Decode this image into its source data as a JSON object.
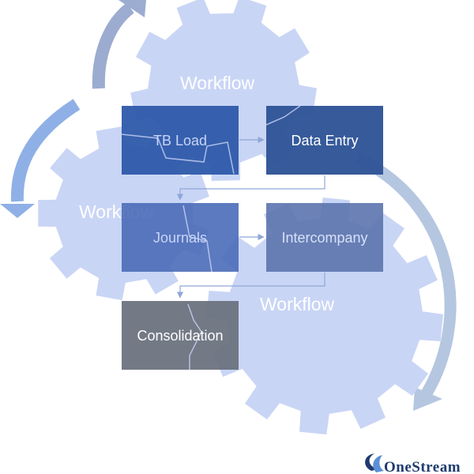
{
  "gears": {
    "top_label": "Workflow",
    "left_label": "Workflow",
    "bottom_label": "Workflow",
    "fill": "#c9d5f5"
  },
  "steps": [
    {
      "label": "TB Load",
      "fill": "#2e5aaa",
      "text_color": "#c9d5f5"
    },
    {
      "label": "Data Entry",
      "fill": "#2f5597",
      "text_color": "#ffffff"
    },
    {
      "label": "Journals",
      "fill": "#4a6cb8",
      "text_color": "#c9d5f5"
    },
    {
      "label": "Intercompany",
      "fill": "#5c74ae",
      "text_color": "#d7e0f7"
    },
    {
      "label": "Consolidation",
      "fill": "#6b727e",
      "text_color": "#ffffff"
    }
  ],
  "connector_color": "#8fa8d8",
  "cycle_arrow_colors": [
    "#9bacd0",
    "#8fb0e6",
    "#b5c6e0"
  ],
  "brand": {
    "name": "OneStream",
    "color": "#1f3b6e"
  }
}
